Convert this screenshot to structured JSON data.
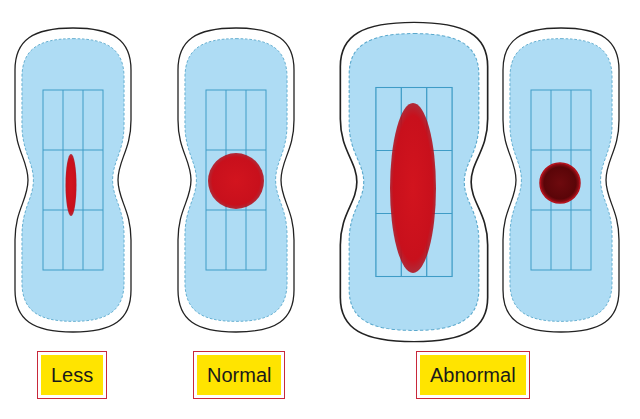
{
  "diagram": {
    "nodes": [
      {
        "text": [
          "Less"
        ]
      },
      {
        "text": [
          "Normal"
        ]
      },
      {
        "text": [
          "Abnormal"
        ]
      }
    ]
  }
}
